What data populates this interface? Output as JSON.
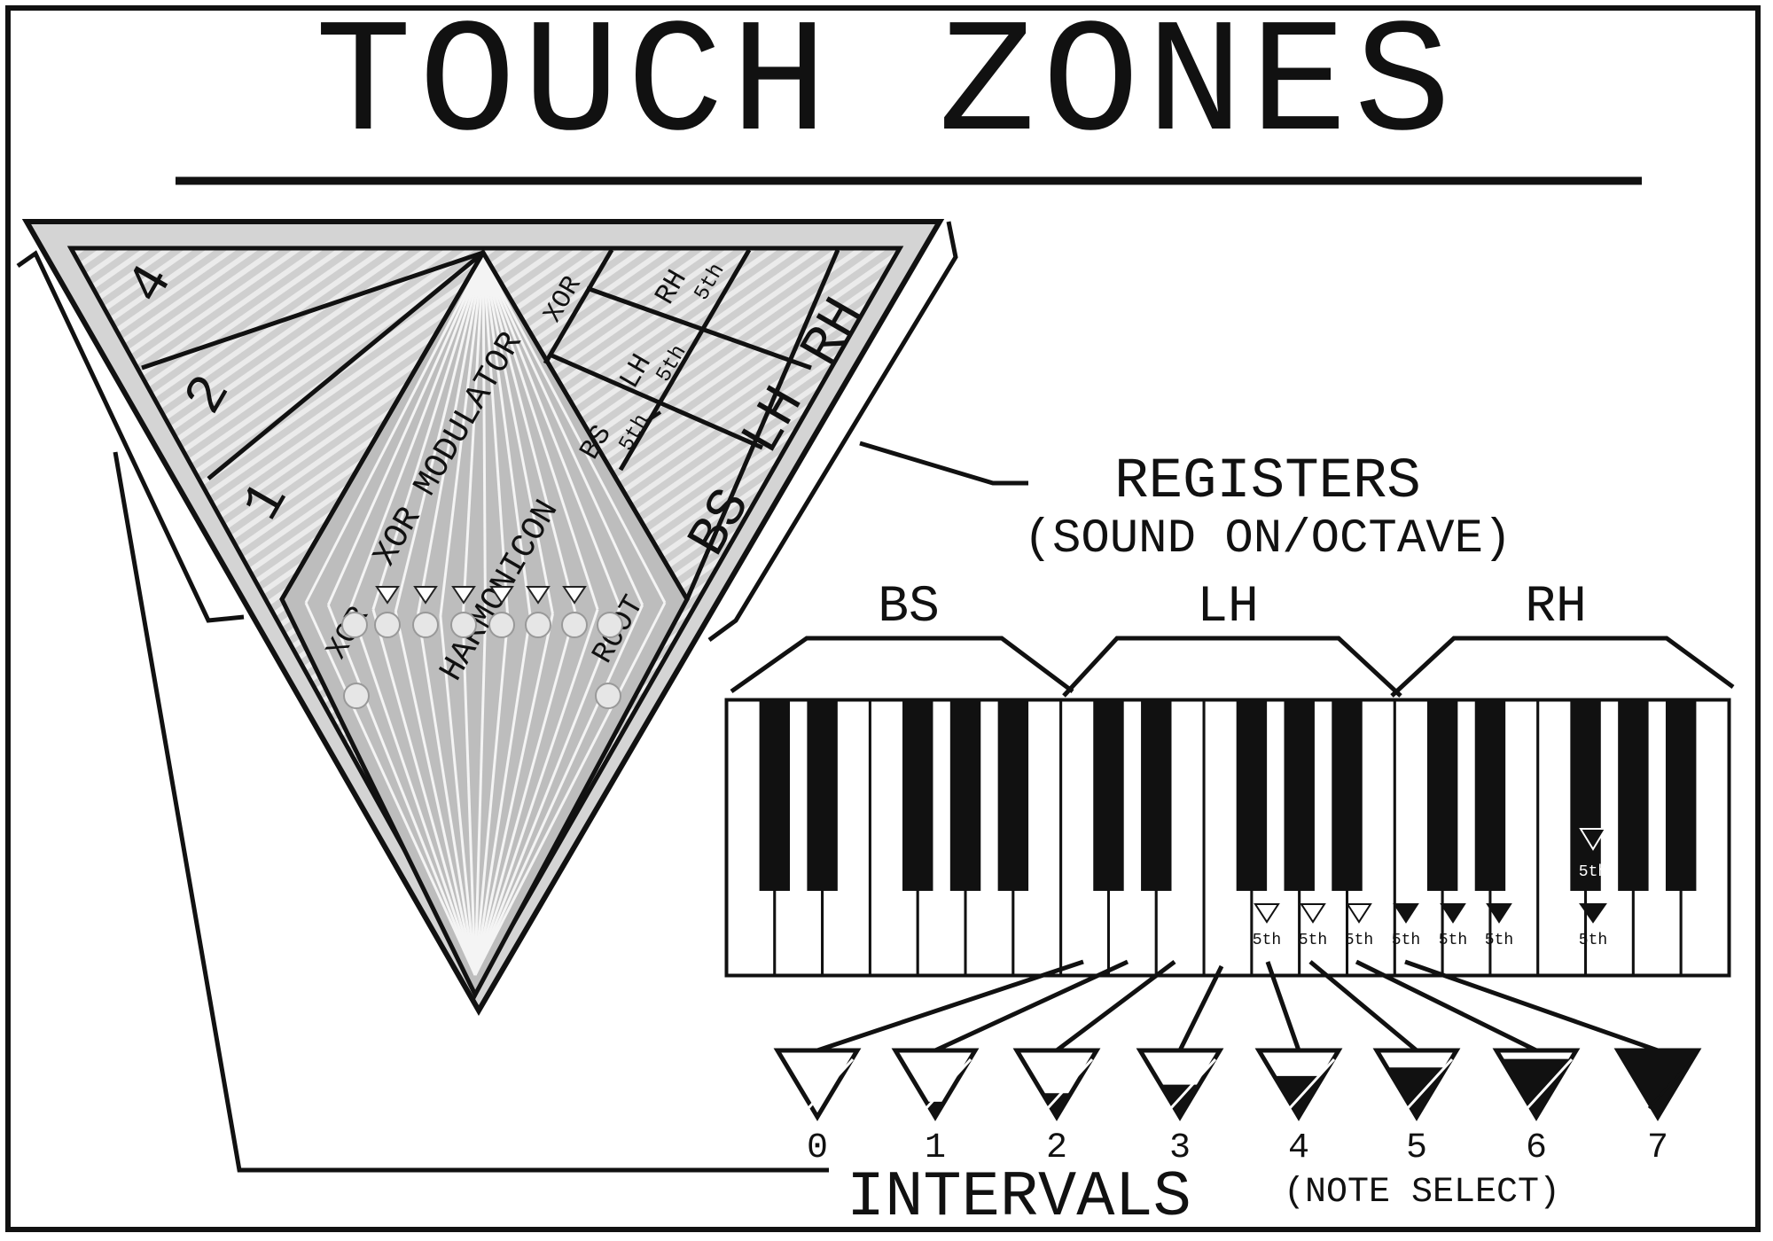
{
  "title": "TOUCH ZONES",
  "colors": {
    "ink": "#111111",
    "zone_fill": "#d9d9d9",
    "zone_panel": "#bdbdbd",
    "paper": "#ffffff"
  },
  "triangle": {
    "left_panel": [
      "4",
      "2",
      "1"
    ],
    "center_labels": [
      "XOR MODULATOR",
      "HARMONICON"
    ],
    "center_side_labels": [
      "XOR",
      "ROOT"
    ],
    "xor_top": "XOR",
    "register_fifths": [
      {
        "main": "RH",
        "sub": "5th"
      },
      {
        "main": "LH",
        "sub": "5th"
      },
      {
        "main": "BS",
        "sub": "5th"
      }
    ],
    "registers": [
      "RH",
      "LH",
      "BS"
    ]
  },
  "registers_callout": {
    "title": "REGISTERS",
    "subtitle": "(SOUND ON/OCTAVE)"
  },
  "keyboard": {
    "groups": [
      "BS",
      "LH",
      "RH"
    ],
    "fifth_label": "5th"
  },
  "intervals": {
    "title": "INTERVALS",
    "subtitle": "(NOTE SELECT)",
    "numbers": [
      "0",
      "1",
      "2",
      "3",
      "4",
      "5",
      "6",
      "7"
    ]
  }
}
